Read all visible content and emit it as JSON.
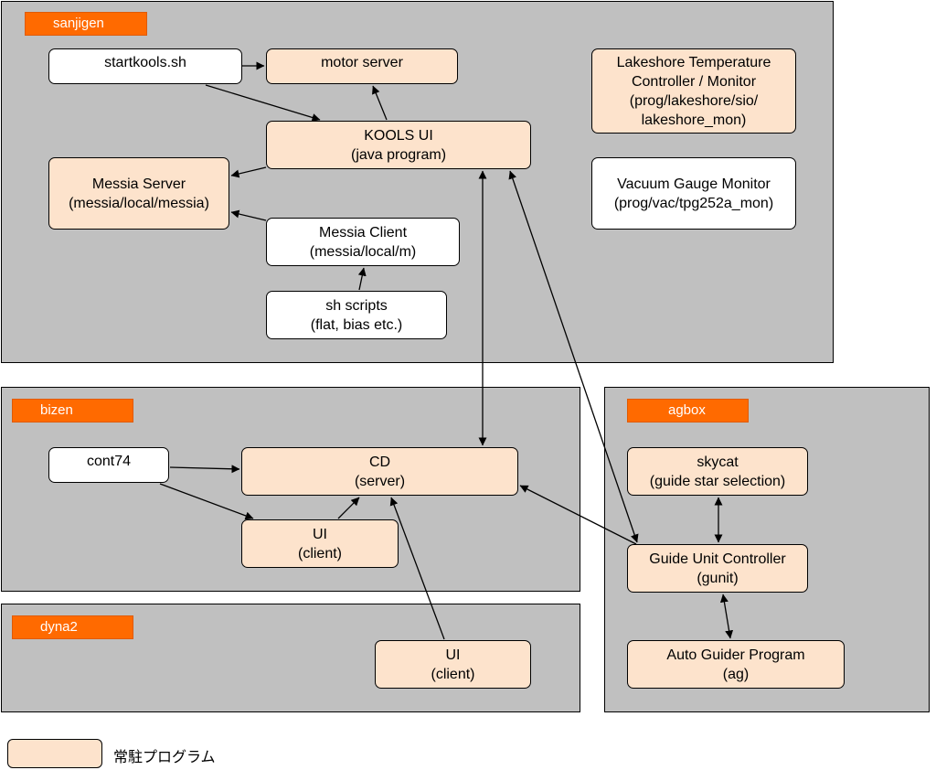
{
  "hosts": {
    "sanjigen": "sanjigen",
    "bizen": "bizen",
    "dyna2": "dyna2",
    "agbox": "agbox"
  },
  "nodes": {
    "startkools": [
      "startkools.sh"
    ],
    "motor_server": [
      "motor server"
    ],
    "kools_ui": [
      "KOOLS UI",
      "(java program)"
    ],
    "messia_server": [
      "Messia Server",
      "(messia/local/messia)"
    ],
    "messia_client": [
      "Messia Client",
      "(messia/local/m)"
    ],
    "sh_scripts": [
      "sh scripts",
      "(flat, bias etc.)"
    ],
    "lakeshore": [
      "Lakeshore Temperature",
      "Controller / Monitor",
      "(prog/lakeshore/sio/",
      "lakeshore_mon)"
    ],
    "vacuum": [
      "Vacuum Gauge Monitor",
      "(prog/vac/tpg252a_mon)"
    ],
    "cont74": [
      "cont74"
    ],
    "cd": [
      "CD",
      "(server)"
    ],
    "ui_bizen": [
      "UI",
      "(client)"
    ],
    "ui_dyna2": [
      "UI",
      "(client)"
    ],
    "skycat": [
      "skycat",
      "(guide star selection)"
    ],
    "gunit": [
      "Guide Unit Controller",
      "(gunit)"
    ],
    "ag": [
      "Auto Guider Program",
      "(ag)"
    ]
  },
  "legend": {
    "label": "常駐プログラム",
    "color": "#fde3cc"
  },
  "colors": {
    "host_bg": "#c0c0c0",
    "host_tag": "#ff6a00",
    "resident": "#fde3cc",
    "plain": "#ffffff"
  }
}
